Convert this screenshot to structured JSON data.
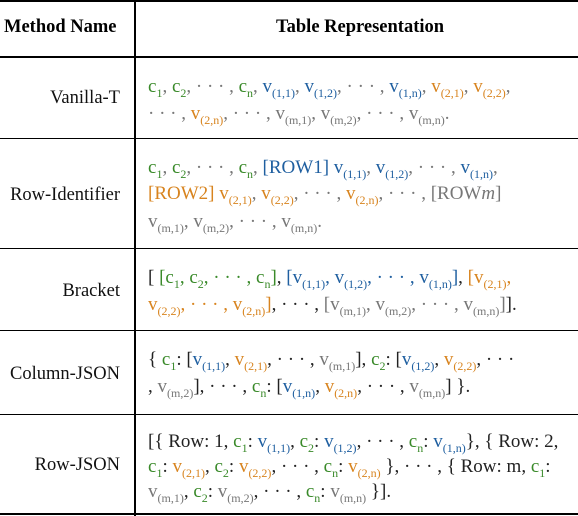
{
  "headers": {
    "method": "Method Name",
    "representation": "Table Representation"
  },
  "rows": [
    {
      "name": "Vanilla-T",
      "lines": [
        [
          [
            "g",
            "c"
          ],
          [
            "gs",
            "1"
          ],
          [
            "k",
            ", "
          ],
          [
            "g",
            "c"
          ],
          [
            "gs",
            "2"
          ],
          [
            "k",
            ",  · · ·  , "
          ],
          [
            "g",
            "c"
          ],
          [
            "gs",
            "n"
          ],
          [
            "k",
            ", "
          ],
          [
            "b",
            "v"
          ],
          [
            "bs",
            "(1,1)"
          ],
          [
            "k",
            ", "
          ],
          [
            "b",
            "v"
          ],
          [
            "bs",
            "(1,2)"
          ],
          [
            "k",
            ",  · · ·  , "
          ],
          [
            "b",
            "v"
          ],
          [
            "bs",
            "(1,n)"
          ],
          [
            "k",
            ", "
          ],
          [
            "o",
            "v"
          ],
          [
            "os",
            "(2,1)"
          ],
          [
            "k",
            ", "
          ],
          [
            "o",
            "v"
          ],
          [
            "os",
            "(2,2)"
          ],
          [
            "k",
            ","
          ]
        ],
        [
          [
            "k",
            "· · ·  , "
          ],
          [
            "o",
            "v"
          ],
          [
            "os",
            "(2,n)"
          ],
          [
            "k",
            ",  · · ·  , "
          ],
          [
            "k",
            "v"
          ],
          [
            "ks",
            "(m,1)"
          ],
          [
            "k",
            ", "
          ],
          [
            "k",
            "v"
          ],
          [
            "ks",
            "(m,2)"
          ],
          [
            "k",
            ",  · · ·  , "
          ],
          [
            "k",
            "v"
          ],
          [
            "ks",
            "(m,n)"
          ],
          [
            "k",
            "."
          ]
        ]
      ]
    },
    {
      "name": "Row-Identifier",
      "lines": [
        [
          [
            "g",
            "c"
          ],
          [
            "gs",
            "1"
          ],
          [
            "k",
            ", "
          ],
          [
            "g",
            "c"
          ],
          [
            "gs",
            "2"
          ],
          [
            "k",
            ",  · · ·  , "
          ],
          [
            "g",
            "c"
          ],
          [
            "gs",
            "n"
          ],
          [
            "k",
            ", "
          ],
          [
            "b",
            "[ROW1] v"
          ],
          [
            "bs",
            "(1,1)"
          ],
          [
            "k",
            ", "
          ],
          [
            "b",
            "v"
          ],
          [
            "bs",
            "(1,2)"
          ],
          [
            "k",
            ",  · · ·  , "
          ],
          [
            "b",
            "v"
          ],
          [
            "bs",
            "(1,n)"
          ],
          [
            "k",
            ","
          ]
        ],
        [
          [
            "o",
            "[ROW2] v"
          ],
          [
            "os",
            "(2,1)"
          ],
          [
            "k",
            ", "
          ],
          [
            "o",
            "v"
          ],
          [
            "os",
            "(2,2)"
          ],
          [
            "k",
            ",  · · ·  , "
          ],
          [
            "o",
            "v"
          ],
          [
            "os",
            "(2,n)"
          ],
          [
            "k",
            ",  · · ·  , [ROW"
          ],
          [
            "ki",
            "m"
          ],
          [
            "k",
            "]"
          ]
        ],
        [
          [
            "k",
            "v"
          ],
          [
            "ks",
            "(m,1)"
          ],
          [
            "k",
            ", "
          ],
          [
            "k",
            "v"
          ],
          [
            "ks",
            "(m,2)"
          ],
          [
            "k",
            ",  · · ·  , "
          ],
          [
            "k",
            "v"
          ],
          [
            "ks",
            "(m,n)"
          ],
          [
            "k",
            "."
          ]
        ]
      ]
    },
    {
      "name": "Bracket",
      "lines": [
        [
          [
            "n",
            "[ "
          ],
          [
            "g",
            "[c"
          ],
          [
            "gs",
            "1"
          ],
          [
            "g",
            ", c"
          ],
          [
            "gs",
            "2"
          ],
          [
            "g",
            ",  · · ·  , c"
          ],
          [
            "gs",
            "n"
          ],
          [
            "g",
            "]"
          ],
          [
            "n",
            ", "
          ],
          [
            "b",
            "[v"
          ],
          [
            "bs",
            "(1,1)"
          ],
          [
            "b",
            ", v"
          ],
          [
            "bs",
            "(1,2)"
          ],
          [
            "b",
            ",  · · ·  , v"
          ],
          [
            "bs",
            "(1,n)"
          ],
          [
            "b",
            "]"
          ],
          [
            "n",
            ", "
          ],
          [
            "o",
            "[v"
          ],
          [
            "os",
            "(2,1)"
          ],
          [
            "o",
            ","
          ]
        ],
        [
          [
            "o",
            "v"
          ],
          [
            "os",
            "(2,2)"
          ],
          [
            "o",
            ",  · · ·  , v"
          ],
          [
            "os",
            "(2,n)"
          ],
          [
            "o",
            "]"
          ],
          [
            "n",
            ",  · · ·  , "
          ],
          [
            "k",
            "[v"
          ],
          [
            "ks",
            "(m,1)"
          ],
          [
            "k",
            ", v"
          ],
          [
            "ks",
            "(m,2)"
          ],
          [
            "k",
            ",  · · ·  , v"
          ],
          [
            "ks",
            "(m,n)"
          ],
          [
            "k",
            "]"
          ],
          [
            "n",
            "]."
          ]
        ]
      ]
    },
    {
      "name": "Column-JSON",
      "lines": [
        [
          [
            "n",
            "{ "
          ],
          [
            "g",
            "c"
          ],
          [
            "gs",
            "1"
          ],
          [
            "n",
            ": ["
          ],
          [
            "b",
            "v"
          ],
          [
            "bs",
            "(1,1)"
          ],
          [
            "n",
            ", "
          ],
          [
            "o",
            "v"
          ],
          [
            "os",
            "(2,1)"
          ],
          [
            "n",
            ",  · · ·  , "
          ],
          [
            "k",
            "v"
          ],
          [
            "ks",
            "(m,1)"
          ],
          [
            "n",
            "], "
          ],
          [
            "g",
            "c"
          ],
          [
            "gs",
            "2"
          ],
          [
            "n",
            ": ["
          ],
          [
            "b",
            "v"
          ],
          [
            "bs",
            "(1,2)"
          ],
          [
            "n",
            ", "
          ],
          [
            "o",
            "v"
          ],
          [
            "os",
            "(2,2)"
          ],
          [
            "n",
            ",  · · ·"
          ]
        ],
        [
          [
            "n",
            ", "
          ],
          [
            "k",
            "v"
          ],
          [
            "ks",
            "(m,2)"
          ],
          [
            "n",
            "],  · · ·  , "
          ],
          [
            "g",
            "c"
          ],
          [
            "gs",
            "n"
          ],
          [
            "n",
            ": ["
          ],
          [
            "b",
            "v"
          ],
          [
            "bs",
            "(1,n)"
          ],
          [
            "n",
            ", "
          ],
          [
            "o",
            "v"
          ],
          [
            "os",
            "(2,n)"
          ],
          [
            "n",
            ",  · · ·  , "
          ],
          [
            "k",
            "v"
          ],
          [
            "ks",
            "(m,n)"
          ],
          [
            "n",
            "] }."
          ]
        ]
      ]
    },
    {
      "name": "Row-JSON",
      "lines": [
        [
          [
            "n",
            "[{ Row: 1, "
          ],
          [
            "g",
            "c"
          ],
          [
            "gs",
            "1"
          ],
          [
            "n",
            ": "
          ],
          [
            "b",
            "v"
          ],
          [
            "bs",
            "(1,1)"
          ],
          [
            "n",
            ", "
          ],
          [
            "g",
            "c"
          ],
          [
            "gs",
            "2"
          ],
          [
            "n",
            ": "
          ],
          [
            "b",
            "v"
          ],
          [
            "bs",
            "(1,2)"
          ],
          [
            "n",
            ",  · · ·  , "
          ],
          [
            "g",
            "c"
          ],
          [
            "gs",
            "n"
          ],
          [
            "n",
            ": "
          ],
          [
            "b",
            "v"
          ],
          [
            "bs",
            "(1,n)"
          ],
          [
            "n",
            "}, { Row: 2,"
          ]
        ],
        [
          [
            "g",
            "c"
          ],
          [
            "gs",
            "1"
          ],
          [
            "n",
            ": "
          ],
          [
            "o",
            "v"
          ],
          [
            "os",
            "(2,1)"
          ],
          [
            "n",
            ", "
          ],
          [
            "g",
            "c"
          ],
          [
            "gs",
            "2"
          ],
          [
            "n",
            ": "
          ],
          [
            "o",
            "v"
          ],
          [
            "os",
            "(2,2)"
          ],
          [
            "n",
            ",  · · ·  , "
          ],
          [
            "g",
            "c"
          ],
          [
            "gs",
            "n"
          ],
          [
            "n",
            ": "
          ],
          [
            "o",
            "v"
          ],
          [
            "os",
            "(2,n)"
          ],
          [
            "n",
            " },  · · ·  , { Row: m, "
          ],
          [
            "g",
            "c"
          ],
          [
            "gs",
            "1"
          ],
          [
            "n",
            ":"
          ]
        ],
        [
          [
            "k",
            "v"
          ],
          [
            "ks",
            "(m,1)"
          ],
          [
            "n",
            ", "
          ],
          [
            "g",
            "c"
          ],
          [
            "gs",
            "2"
          ],
          [
            "n",
            ": "
          ],
          [
            "k",
            "v"
          ],
          [
            "ks",
            "(m,2)"
          ],
          [
            "n",
            ",  · · ·  , "
          ],
          [
            "g",
            "c"
          ],
          [
            "gs",
            "n"
          ],
          [
            "n",
            ": "
          ],
          [
            "k",
            "v"
          ],
          [
            "ks",
            "(m,n)"
          ],
          [
            "n",
            " }]."
          ]
        ]
      ]
    }
  ]
}
